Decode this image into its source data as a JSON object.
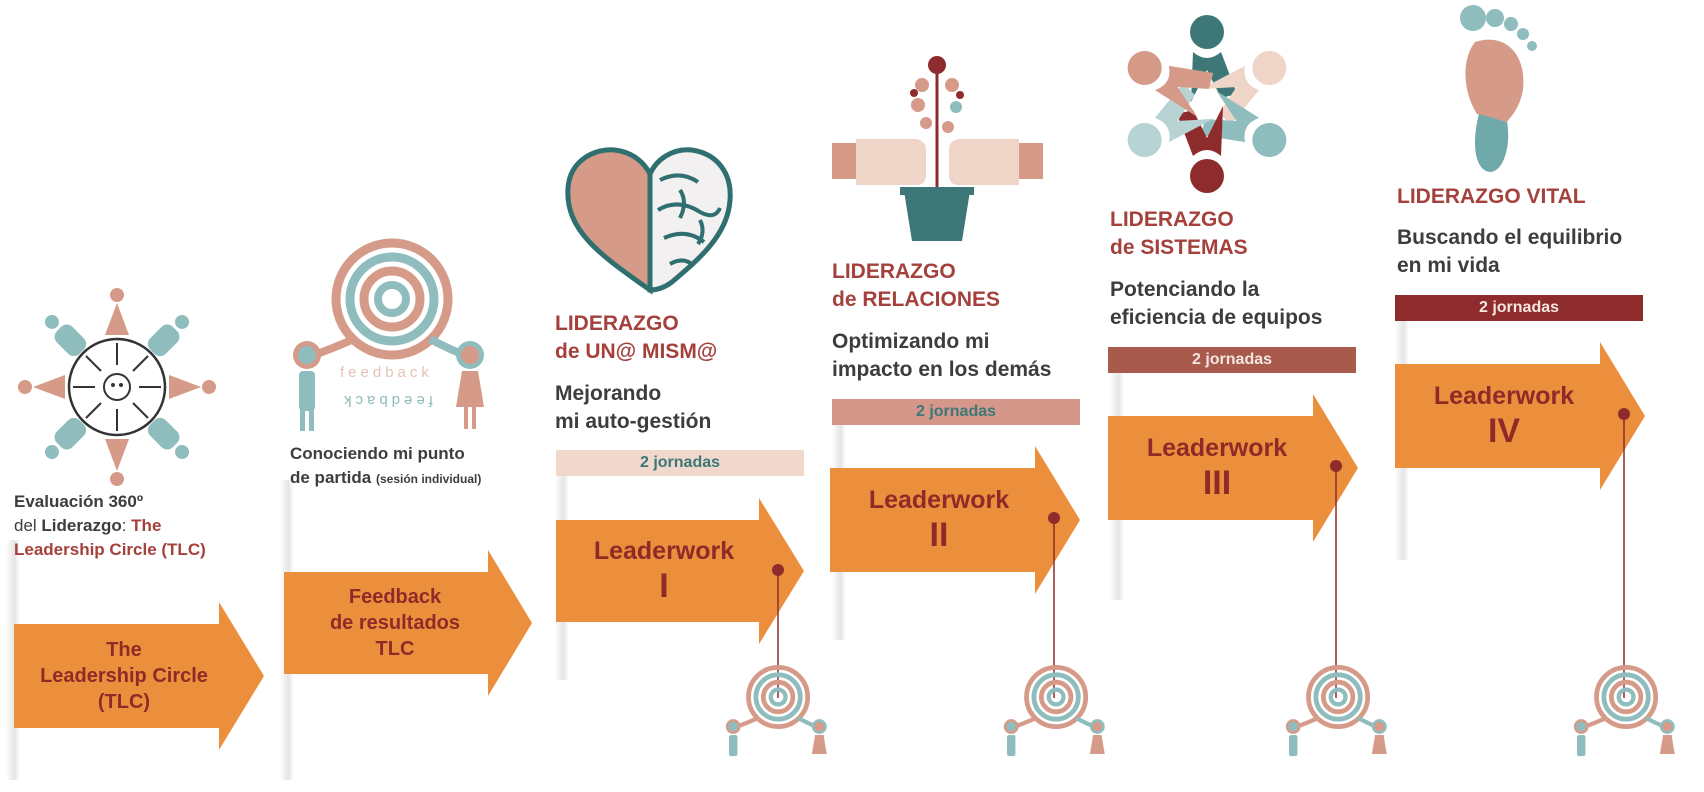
{
  "stages": [
    {
      "title_pre": "Evaluación 360º",
      "title_mid_1": "del ",
      "title_mid_bold": "Liderazgo",
      "title_mid_2": ": ",
      "title_red_1": "The",
      "title_red_2": "Leadership Circle (TLC)",
      "arrow_lines": [
        "The",
        "Leadership Circle",
        "(TLC)"
      ]
    },
    {
      "desc_1": "Conociendo mi punto",
      "desc_2": "de partida",
      "desc_small": "(sesión individual)",
      "arrow_lines": [
        "Feedback",
        "de resultados",
        "TLC"
      ]
    },
    {
      "title_1": "LIDERAZGO",
      "title_2": "de UN@ MISM@",
      "desc_1": "Mejorando",
      "desc_2": "mi auto-gestión",
      "jornadas": "2 jornadas",
      "arrow_name": "Leaderwork",
      "arrow_num": "I"
    },
    {
      "title_1": "LIDERAZGO",
      "title_2": "de RELACIONES",
      "desc_1": "Optimizando mi",
      "desc_2": "impacto en los demás",
      "jornadas": "2 jornadas",
      "arrow_name": "Leaderwork",
      "arrow_num": "II"
    },
    {
      "title_1": "LIDERAZGO",
      "title_2": "de SISTEMAS",
      "desc_1": "Potenciando la",
      "desc_2": "eficiencia de equipos",
      "jornadas": "2 jornadas",
      "arrow_name": "Leaderwork",
      "arrow_num": "III"
    },
    {
      "title_1": "LIDERAZGO VITAL",
      "desc_1": "Buscando el equilibrio",
      "desc_2": "en mi vida",
      "jornadas": "2 jornadas",
      "arrow_name": "Leaderwork",
      "arrow_num": "IV"
    }
  ],
  "feedback_word": "feedback",
  "colors": {
    "arrow_orange": "#ec8f3d",
    "arrow_text": "#8e2b28",
    "title_red": "#a4413c",
    "salmon": "#d59a88",
    "teal": "#8fbcbc",
    "dark_teal": "#3d7778",
    "bar_1": "#f0d8cc",
    "bar_2": "#d4978a",
    "bar_3": "#a85a4c",
    "bar_4": "#8e2b2c"
  },
  "icons": [
    "people-circle-icon",
    "feedback-target-icon",
    "heart-brain-icon",
    "hands-plant-icon",
    "team-circle-icon",
    "footprint-icon"
  ]
}
